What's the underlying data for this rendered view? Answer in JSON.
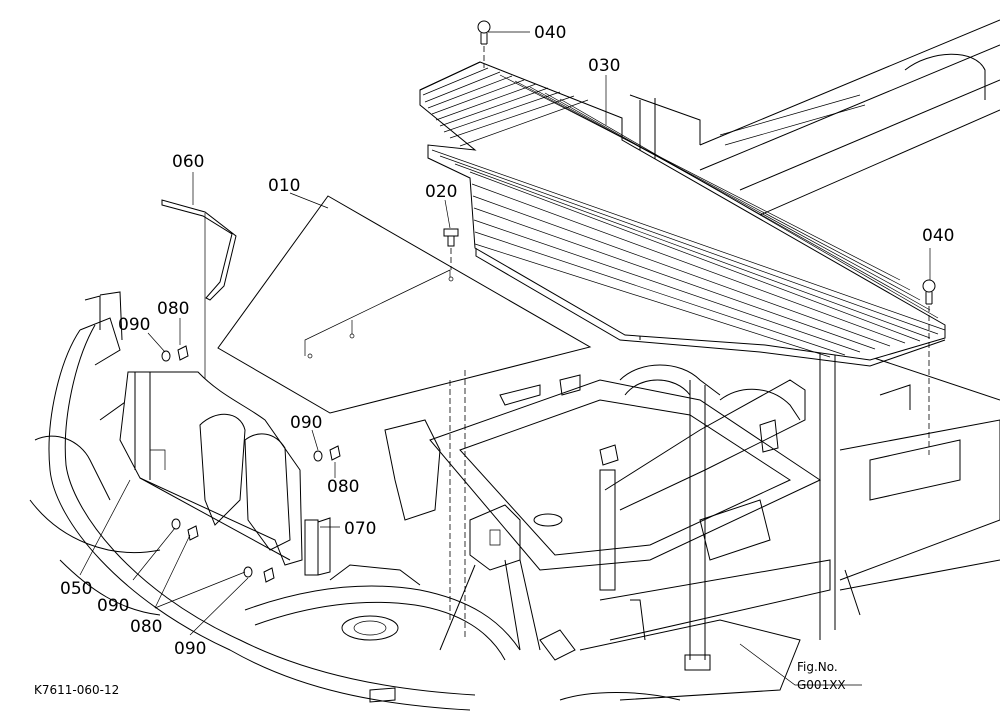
{
  "labels": {
    "p010": "010",
    "p020": "020",
    "p030": "030",
    "p040_top": "040",
    "p040_right": "040",
    "p050": "050",
    "p060": "060",
    "p070": "070",
    "p080_a": "080",
    "p080_b": "080",
    "p080_c": "080",
    "p090_a": "090",
    "p090_b": "090",
    "p090_c": "090",
    "p090_d": "090"
  },
  "fig": {
    "line1": "Fig.No.",
    "line2": "G001XX"
  },
  "code": "K7611-060-12"
}
